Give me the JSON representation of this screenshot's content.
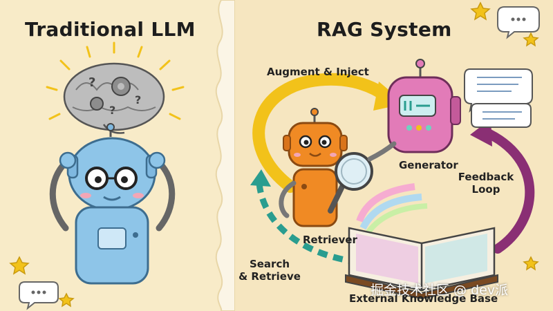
{
  "left_panel": {
    "title": "Traditional LLM"
  },
  "right_panel": {
    "title": "RAG System",
    "labels": {
      "augment_inject": "Augment & Inject",
      "generator": "Generator",
      "feedback_loop": "Feedback\nLoop",
      "retriever": "Retriever",
      "search_retrieve": "Search\n& Retrieve",
      "external_knowledge_base": "External Knowledge Base"
    }
  },
  "watermark": "掘金技术社区 @ dev派",
  "colors": {
    "left_bg": "#f8ebc8",
    "right_bg": "#f6e6c0",
    "yellow_arrow": "#f2c21a",
    "teal_arrow": "#2a9d8f",
    "purple_arrow": "#8a2f74",
    "orange_robot": "#f08a24",
    "blue_robot": "#8ec5e8",
    "pink_generator": "#e27bb8"
  }
}
